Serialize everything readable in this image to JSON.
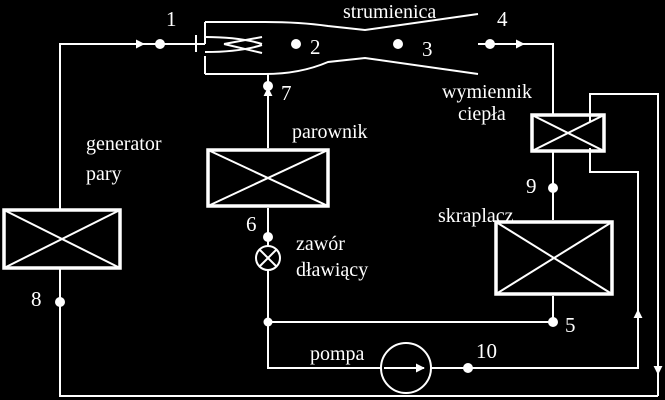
{
  "diagram": {
    "background": "#000000",
    "foreground": "#ffffff",
    "components": {
      "ejector": "strumienica",
      "heat_exchanger_line1": "wymiennik",
      "heat_exchanger_line2": "ciepła",
      "evaporator": "parownik",
      "steam_generator_line1": "generator",
      "steam_generator_line2": "pary",
      "condenser": "skraplacz",
      "throttle_valve_line1": "zawór",
      "throttle_valve_line2": "dławiący",
      "pump": "pompa"
    },
    "state_points": [
      "1",
      "2",
      "3",
      "4",
      "5",
      "6",
      "7",
      "8",
      "9",
      "10"
    ]
  }
}
